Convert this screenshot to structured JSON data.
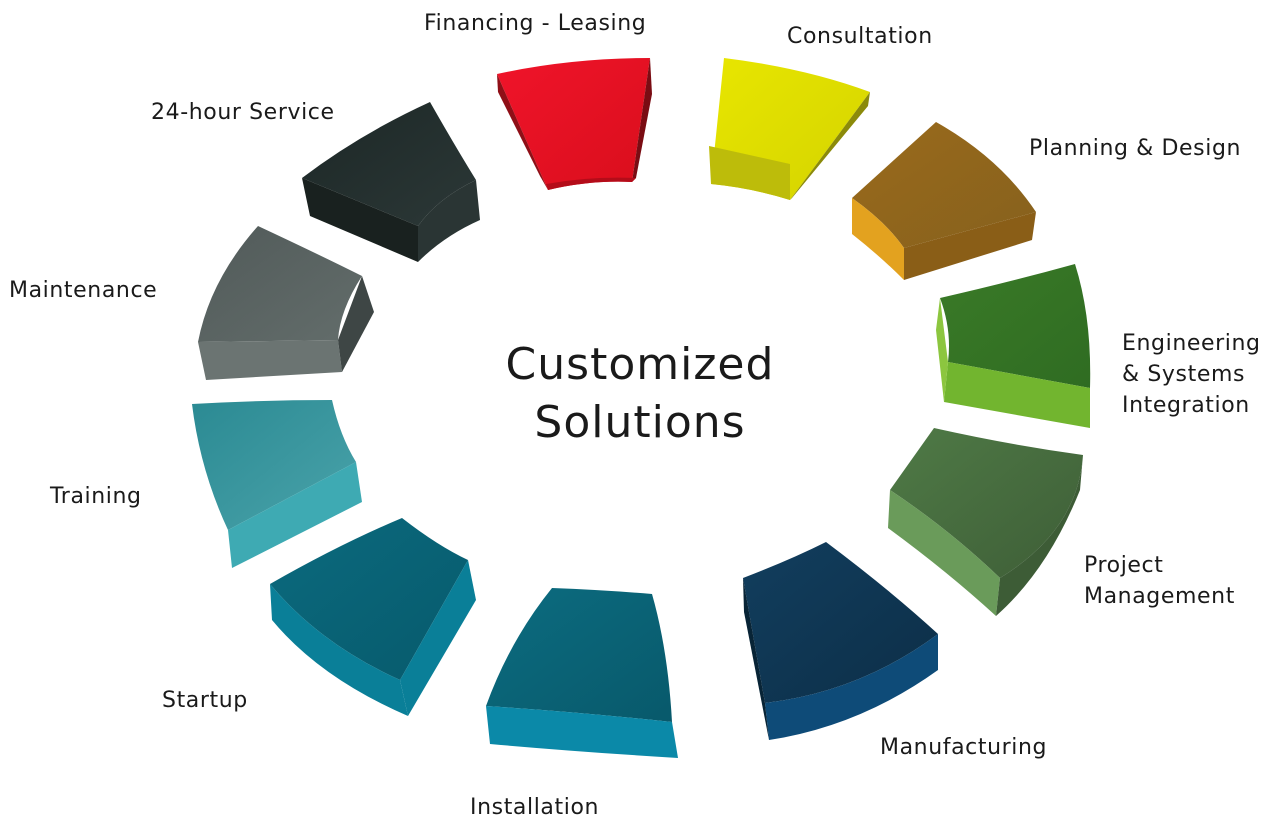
{
  "center": {
    "line1": "Customized",
    "line2": "Solutions"
  },
  "segments": [
    {
      "id": "financing-leasing",
      "lines": [
        "Financing - Leasing"
      ],
      "color": "#e3121f"
    },
    {
      "id": "consultation",
      "lines": [
        "Consultation"
      ],
      "color": "#dedd05"
    },
    {
      "id": "planning-design",
      "lines": [
        "Planning & Design"
      ],
      "color": "#a0701e"
    },
    {
      "id": "engineering-systems-integration",
      "lines": [
        "Engineering",
        "& Systems",
        "Integration"
      ],
      "color": "#3f7d2a"
    },
    {
      "id": "project-management",
      "lines": [
        "Project",
        "Management"
      ],
      "color": "#4a6e42"
    },
    {
      "id": "manufacturing",
      "lines": [
        "Manufacturing"
      ],
      "color": "#0f3b5c"
    },
    {
      "id": "installation",
      "lines": [
        "Installation"
      ],
      "color": "#0a6a80"
    },
    {
      "id": "startup",
      "lines": [
        "Startup"
      ],
      "color": "#0a6e86"
    },
    {
      "id": "training",
      "lines": [
        "Training"
      ],
      "color": "#2a8f97"
    },
    {
      "id": "maintenance",
      "lines": [
        "Maintenance"
      ],
      "color": "#55605f"
    },
    {
      "id": "24-hour-service",
      "lines": [
        "24-hour Service"
      ],
      "color": "#22302f"
    }
  ]
}
